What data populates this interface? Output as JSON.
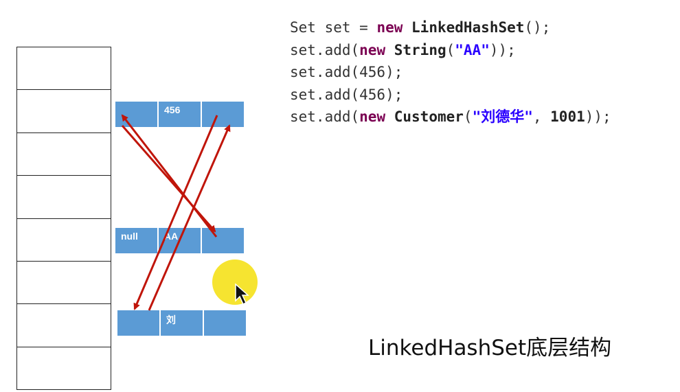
{
  "code_lines": [
    [
      {
        "t": "Set set = ",
        "c": "plain"
      },
      {
        "t": "new",
        "c": "kw"
      },
      {
        "t": " ",
        "c": "plain"
      },
      {
        "t": "LinkedHashSet",
        "c": "ty"
      },
      {
        "t": "();",
        "c": "plain"
      }
    ],
    [
      {
        "t": "set.add(",
        "c": "plain"
      },
      {
        "t": "new",
        "c": "kw"
      },
      {
        "t": " ",
        "c": "plain"
      },
      {
        "t": "String",
        "c": "ty"
      },
      {
        "t": "(",
        "c": "plain"
      },
      {
        "t": "\"AA\"",
        "c": "str"
      },
      {
        "t": "));",
        "c": "plain"
      }
    ],
    [
      {
        "t": "set.add(456);",
        "c": "plain"
      }
    ],
    [
      {
        "t": "set.add(456);",
        "c": "plain"
      }
    ],
    [
      {
        "t": "set.add(",
        "c": "plain"
      },
      {
        "t": "new",
        "c": "kw"
      },
      {
        "t": " ",
        "c": "plain"
      },
      {
        "t": "Customer",
        "c": "ty"
      },
      {
        "t": "(",
        "c": "plain"
      },
      {
        "t": "\"刘德华\"",
        "c": "str"
      },
      {
        "t": ", ",
        "c": "plain"
      },
      {
        "t": "1001",
        "c": "num"
      },
      {
        "t": "));",
        "c": "plain"
      }
    ]
  ],
  "nodes": {
    "n456": [
      "",
      "456",
      ""
    ],
    "naa": [
      "null",
      "AA",
      ""
    ],
    "nliu": [
      "",
      "刘",
      ""
    ]
  },
  "caption": "LinkedHashSet底层结构",
  "colors": {
    "node": "#5b9bd5",
    "arrow": "#c0150a",
    "highlight": "#f5e11a"
  },
  "icons": {
    "cursor": "mouse-pointer-icon"
  }
}
